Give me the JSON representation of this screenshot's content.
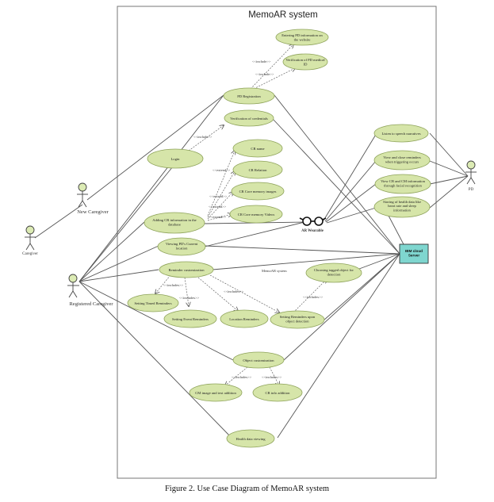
{
  "diagram": {
    "title": "MemoAR system",
    "actors": {
      "caregiver": "Caregiver",
      "new_caregiver": "New Caregiver",
      "registered_caregiver": "Registered Caregiver",
      "pd": "PD",
      "ar_wearable": "AR Wearable",
      "server": [
        "IBM cloud",
        "Server"
      ]
    },
    "use_cases": {
      "entering_pd_info": [
        "Entering PD information on",
        "the website"
      ],
      "verify_pd_medical_id": [
        "Verification of PD medical",
        "ID"
      ],
      "pd_registration": [
        "PD Registration"
      ],
      "verify_credentials": [
        "Verification of credentials"
      ],
      "login": [
        "Login"
      ],
      "cr_name": [
        "CR name"
      ],
      "cr_relation": [
        "CR Relation"
      ],
      "cr_images": [
        "CR Core memory images"
      ],
      "cr_videos": [
        "CR Core memory Videos"
      ],
      "adding_cr_info": [
        "Adding CR information in the",
        "database"
      ],
      "viewing_location": [
        "Viewing PD's Current",
        "location"
      ],
      "reminder_customization": [
        "Reminder customization"
      ],
      "setting_timed": [
        "Setting Timed Reminders"
      ],
      "setting_event": [
        "Setting Event Reminders"
      ],
      "location_reminders": [
        "Location Reminders"
      ],
      "setting_object_detection": [
        "Setting Reminders upon",
        "object detection"
      ],
      "choosing_tagged_object": [
        "Choosing tagged object for",
        "detection"
      ],
      "object_customization": [
        "Object customization"
      ],
      "cm_image_text": [
        "CM image and text addition"
      ],
      "cr_info_addition": [
        "CR info addition"
      ],
      "health_data": [
        "Health data viewing"
      ],
      "listen_narratives": [
        "Listen to speech narratives"
      ],
      "view_close_reminders": [
        "View and close reminders",
        "when triggering occurs"
      ],
      "view_cr_cm": [
        "View CR and CM information",
        "through facial recognition"
      ],
      "storing_health": [
        "Storing of health data like",
        "heart rate and sleep",
        "information"
      ]
    },
    "relations": {
      "include": "<<include>>",
      "includes": "<<includes>>",
      "extend": "<<extend>>",
      "system_label": "MemoAR system"
    }
  },
  "caption": "Figure 2. Use Case Diagram of MemoAR system",
  "colors": {
    "use_case_fill": "#d6e5a9",
    "use_case_stroke": "#8ea35a",
    "actor_fill": "#dcebb4",
    "server_fill": "#7fd6cf",
    "line": "#555555"
  }
}
